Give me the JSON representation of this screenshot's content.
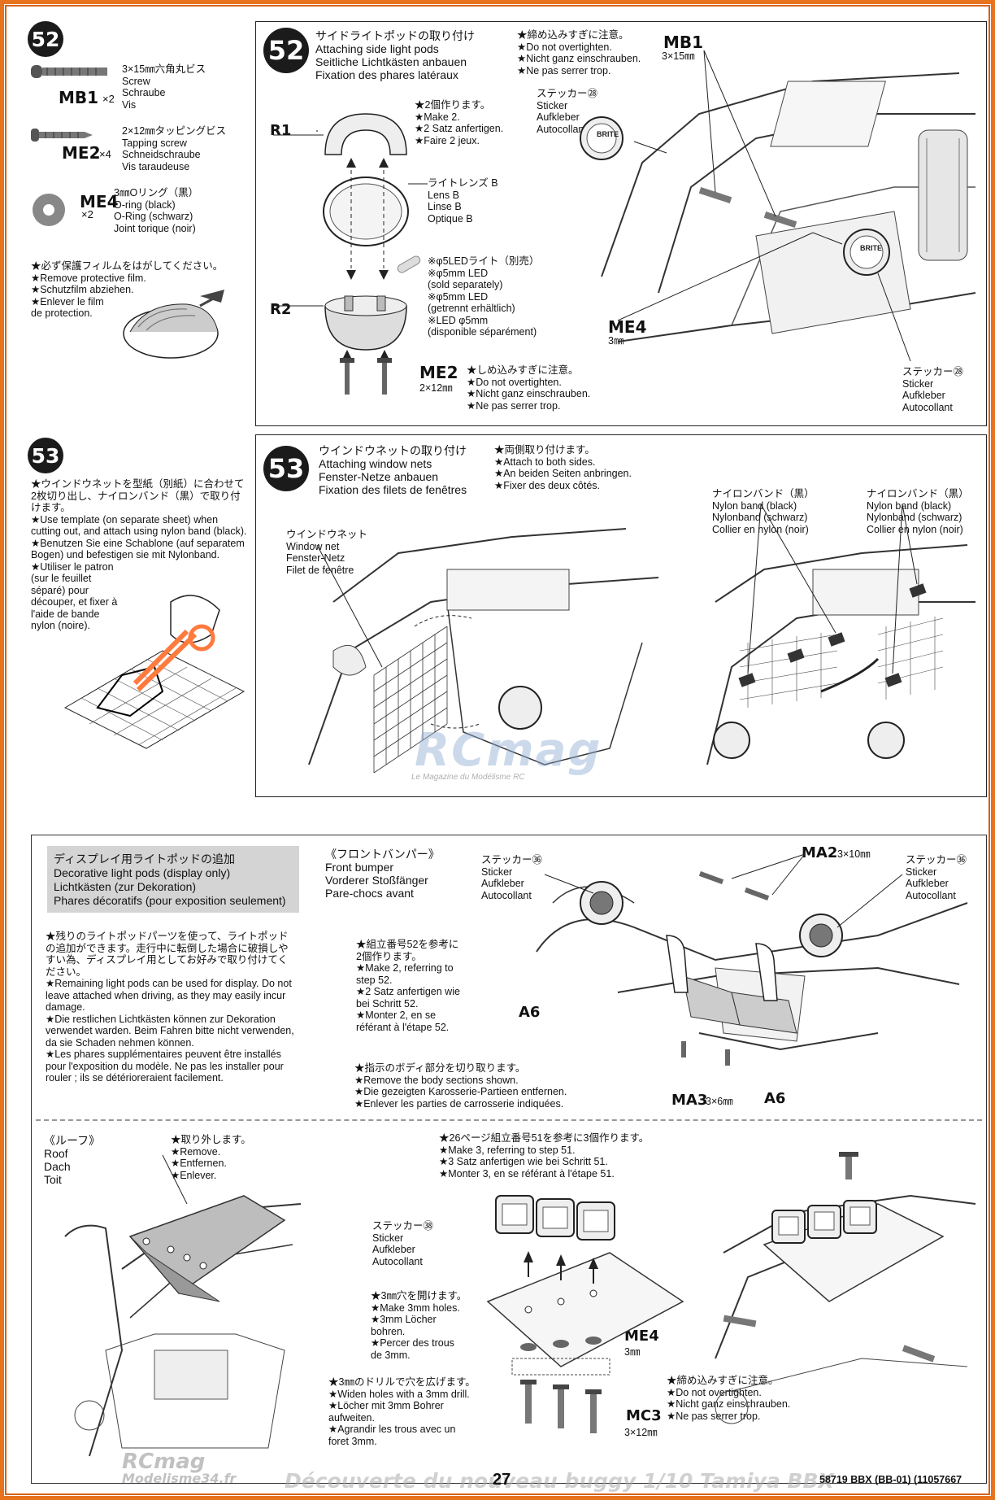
{
  "left52": {
    "step": "52",
    "mb1": {
      "spec": "3×15㎜六角丸ビス\nScrew\nSchraube\nVis",
      "code": "MB1",
      "qty": "×2"
    },
    "me2": {
      "spec": "2×12㎜タッピングビス\nTapping screw\nSchneidschraube\nVis taraudeuse",
      "code": "ME2",
      "qty": "×4"
    },
    "me4": {
      "spec": "3㎜Oリング（黒）\nO-ring (black)\nO-Ring (schwarz)\nJoint torique (noir)",
      "code": "ME4",
      "qty": "×2"
    },
    "film": "★必ず保護フィルムをはがしてください。\n★Remove protective film.\n★Schutzfilm abziehen.\n★Enlever le film\nde protection."
  },
  "main52": {
    "step": "52",
    "title": "サイドライトポッドの取り付け\nAttaching side light pods\nSeitliche Lichtkästen anbauen\nFixation des phares latéraux",
    "warn_top": "★締め込みすぎに注意。\n★Do not overtighten.\n★Nicht ganz einschrauben.\n★Ne pas serrer trop.",
    "make2": "★2個作ります。\n★Make 2.\n★2 Satz anfertigen.\n★Faire 2 jeux.",
    "r1": "R1",
    "r2": "R2",
    "lens": "ライトレンズ B\nLens B\nLinse B\nOptique B",
    "led": "※φ5LEDライト（別売）\n※φ5mm LED\n(sold separately)\n※φ5mm LED\n(getrennt erhältlich)\n※LED φ5mm\n(disponible séparément)",
    "me2_code": "ME2",
    "me2_size": "2×12㎜",
    "warn_bottom": "★しめ込みすぎに注意。\n★Do not overtighten.\n★Nicht ganz einschrauben.\n★Ne pas serrer trop.",
    "sticker_top": "ステッカー㉘\nSticker\nAufkleber\nAutocollant",
    "mb1_code": "MB1",
    "mb1_size": "3×15㎜",
    "me4_code": "ME4",
    "me4_size": "3㎜",
    "sticker_bottom": "ステッカー㉘\nSticker\nAufkleber\nAutocollant",
    "brite": "BRITE"
  },
  "left53": {
    "step": "53",
    "text": "★ウインドウネットを型紙（別紙）に合わせて2枚切り出し、ナイロンバンド（黒）で取り付けます。\n★Use template (on separate sheet) when cutting out, and attach using nylon band (black).\n★Benutzen Sie eine Schablone (auf separatem Bogen) und befestigen sie mit Nylonband.\n★Utiliser le patron\n(sur le feuillet\nséparé) pour\ndécouper, et fixer à\nl'aide de bande\nnylon (noire)."
  },
  "main53": {
    "step": "53",
    "title": "ウインドウネットの取り付け\nAttaching window nets\nFenster-Netze anbauen\nFixation des filets de fenêtres",
    "both": "★両側取り付けます。\n★Attach to both sides.\n★An beiden Seiten anbringen.\n★Fixer des deux côtés.",
    "net": "ウインドウネット\nWindow net\nFenster-Netz\nFilet de fenêtre",
    "band1": "ナイロンバンド（黒）\nNylon band (black)\nNylonband (schwarz)\nCollier en nylon (noir)",
    "band2": "ナイロンバンド（黒）\nNylon band (black)\nNylonband (schwarz)\nCollier en nylon (noir)"
  },
  "deco": {
    "header": "ディスプレイ用ライトポッドの追加\nDecorative light pods (display only)\nLichtkästen (zur Dekoration)\nPhares décoratifs (pour exposition seulement)",
    "text": "★残りのライトポッドパーツを使って、ライトポッドの追加ができます。走行中に転倒した場合に破損しやすい為、ディスプレイ用としてお好みで取り付けてください。\n★Remaining light pods can be used for display. Do not leave attached when driving, as they may easily incur damage.\n★Die restlichen Lichtkästen können zur Dekoration verwendet warden. Beim Fahren bitte nicht verwenden, da sie Schaden nehmen können.\n★Les phares supplémentaires peuvent être installés pour l'exposition du modèle. Ne pas les installer pour rouler ; ils se détérioreraient facilement.",
    "front": "《フロントバンパー》\nFront bumper\nVorderer Stoßfänger\nPare-chocs avant",
    "make2": "★組立番号52を参考に\n2個作ります。\n★Make 2, referring to\nstep 52.\n★2 Satz anfertigen wie\nbei Schritt 52.\n★Monter 2, en se\nréférant à l'étape 52.",
    "remove": "★指示のボディ部分を切り取ります。\n★Remove the body sections shown.\n★Die gezeigten Karosserie-Partieen entfernen.\n★Enlever les parties de carrosserie indiquées.",
    "sticker36a": "ステッカー㊱\nSticker\nAufkleber\nAutocollant",
    "sticker36b": "ステッカー㊱\nSticker\nAufkleber\nAutocollant",
    "ma2_code": "MA2",
    "ma2_size": "3×10㎜",
    "a6": "A6",
    "ma3_code": "MA3",
    "ma3_size": "3×6㎜"
  },
  "roof": {
    "title": "《ルーフ》\nRoof\nDach\nToit",
    "remove": "★取り外します。\n★Remove.\n★Entfernen.\n★Enlever.",
    "make3": "★26ページ組立番号51を参考に3個作ります。\n★Make 3, referring to step 51.\n★3 Satz anfertigen wie bei Schritt 51.\n★Monter 3, en se référant à l'étape 51.",
    "sticker38": "ステッカー㊳\nSticker\nAufkleber\nAutocollant",
    "holes": "★3㎜穴を開けます。\n★Make 3mm holes.\n★3mm Löcher\nbohren.\n★Percer des trous\nde 3mm.",
    "me4_code": "ME4",
    "me4_size": "3㎜",
    "drill": "★3㎜のドリルで穴を広げます。\n★Widen holes with a 3mm drill.\n★Löcher mit 3mm Bohrer\naufweiten.\n★Agrandir les trous avec un\nforet 3mm.",
    "warn": "★締め込みすぎに注意。\n★Do not overtighten.\n★Nicht ganz einschrauben.\n★Ne pas serrer trop.",
    "mc3_code": "MC3",
    "mc3_size": "3×12㎜"
  },
  "footer": {
    "page": "27",
    "code": "58719 BBX (BB-01) (11057667",
    "wm_logo": "RCmag",
    "wm_site": "Modelisme34.fr",
    "wm_caption": "Découverte du nouveau buggy 1/10 Tamiya BBX",
    "center_wm": "RCmag",
    "center_wm_sub": "Le Magazine du Modélisme RC"
  }
}
